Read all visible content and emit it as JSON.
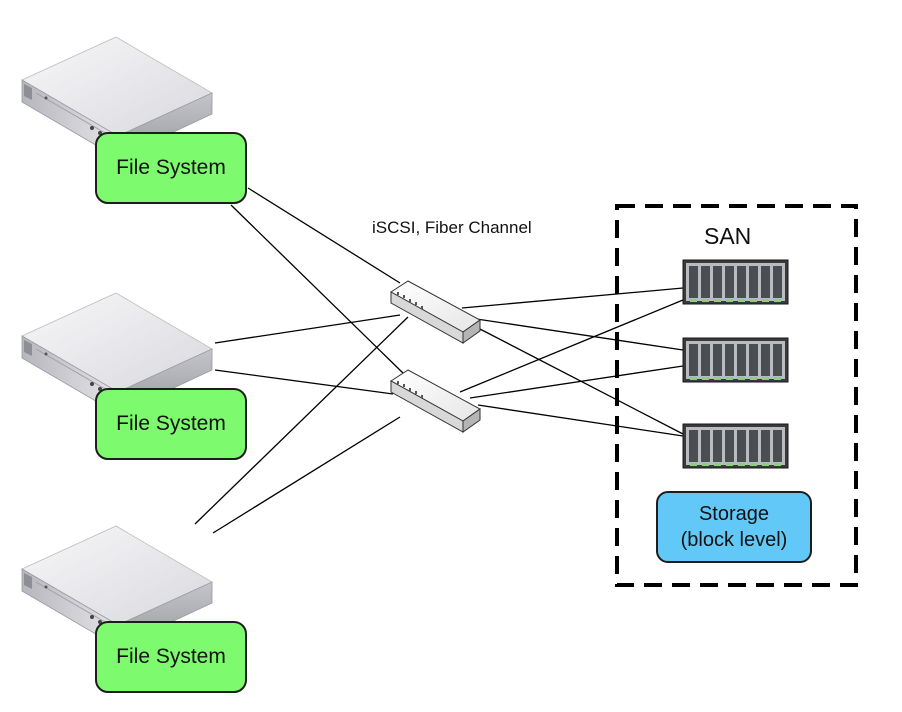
{
  "file_systems": [
    {
      "label": "File System"
    },
    {
      "label": "File System"
    },
    {
      "label": "File System"
    }
  ],
  "network": {
    "protocol_label": "iSCSI, Fiber Channel"
  },
  "san": {
    "label": "SAN",
    "storage_line1": "Storage",
    "storage_line2": "(block level)"
  },
  "colors": {
    "file_system_fill": "#7dfa6e",
    "storage_fill": "#62c8f8",
    "line": "#000000"
  }
}
